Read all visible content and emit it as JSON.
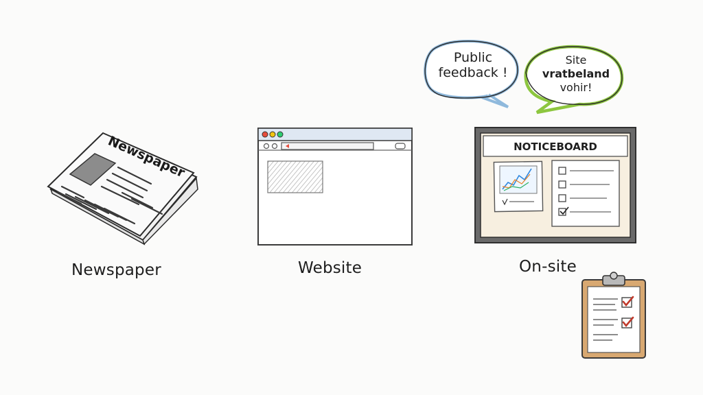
{
  "items": [
    {
      "label": "Newspaper",
      "icon": "newspaper-icon"
    },
    {
      "label": "Website",
      "icon": "browser-window-icon"
    },
    {
      "label": "On-site",
      "icon": "noticeboard-icon"
    }
  ],
  "newspaper": {
    "masthead": "Newspaper"
  },
  "noticeboard": {
    "title": "NOTICEBOARD"
  },
  "bubbles": {
    "public": {
      "line1": "Public",
      "line2": "feedback !",
      "border": "#8fb9dc"
    },
    "site": {
      "line1": "Site",
      "line2": "vratbeland",
      "line3": "vohir!",
      "border": "#8dc63f"
    }
  },
  "colors": {
    "checkmark": "#c0392b",
    "clipboard": "#c79a63",
    "board_frame": "#4a4a4a"
  }
}
